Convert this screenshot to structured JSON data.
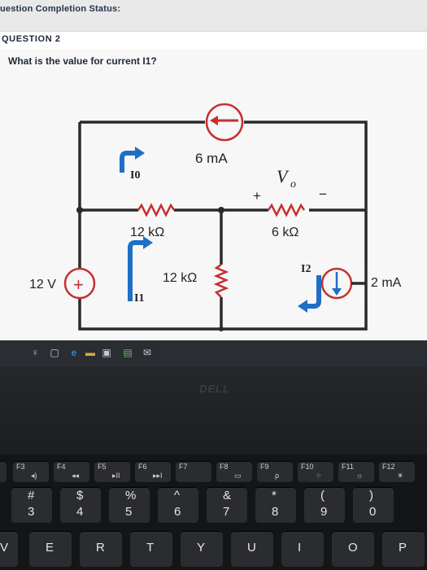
{
  "page": {
    "status_text": "uestion Completion Status:",
    "question_label": "QUESTION 2",
    "question_text": "What is the value for current I1?"
  },
  "circuit": {
    "source_current_top": "6 mA",
    "voltage_label_V": "V",
    "voltage_label_sub": "o",
    "plus_sign": "+",
    "minus_sign": "−",
    "current_I0": "I0",
    "current_I1": "I1",
    "current_I2": "I2",
    "resistor_left_top": "12 kΩ",
    "resistor_middle": "12 kΩ",
    "resistor_right_top": "6 kΩ",
    "voltage_source": "12 V",
    "source_current_right": "2 mA",
    "source_plus": "+",
    "accent_red": "#c62f2f",
    "wire_color": "#2a2a2a",
    "arrow_blue": "#1e6fc6"
  },
  "laptop": {
    "brand": "DELL"
  },
  "keyboard": {
    "fkeys": [
      "F3",
      "F4",
      "F5",
      "F6",
      "F7",
      "F8",
      "F9",
      "F10",
      "F11",
      "F12"
    ],
    "fkey_icons": [
      "◂)",
      "◂◂",
      "▸II",
      "▸▸I",
      "",
      "▭",
      "ρ",
      "⁘",
      "☼",
      "☀"
    ],
    "num_top": [
      "#",
      "$",
      "%",
      "^",
      "&",
      "*",
      "(",
      ")"
    ],
    "num_bottom": [
      "3",
      "4",
      "5",
      "6",
      "7",
      "8",
      "9",
      "0"
    ],
    "letters": [
      "V",
      "E",
      "R",
      "T",
      "Y",
      "U",
      "I",
      "O",
      "P"
    ]
  }
}
